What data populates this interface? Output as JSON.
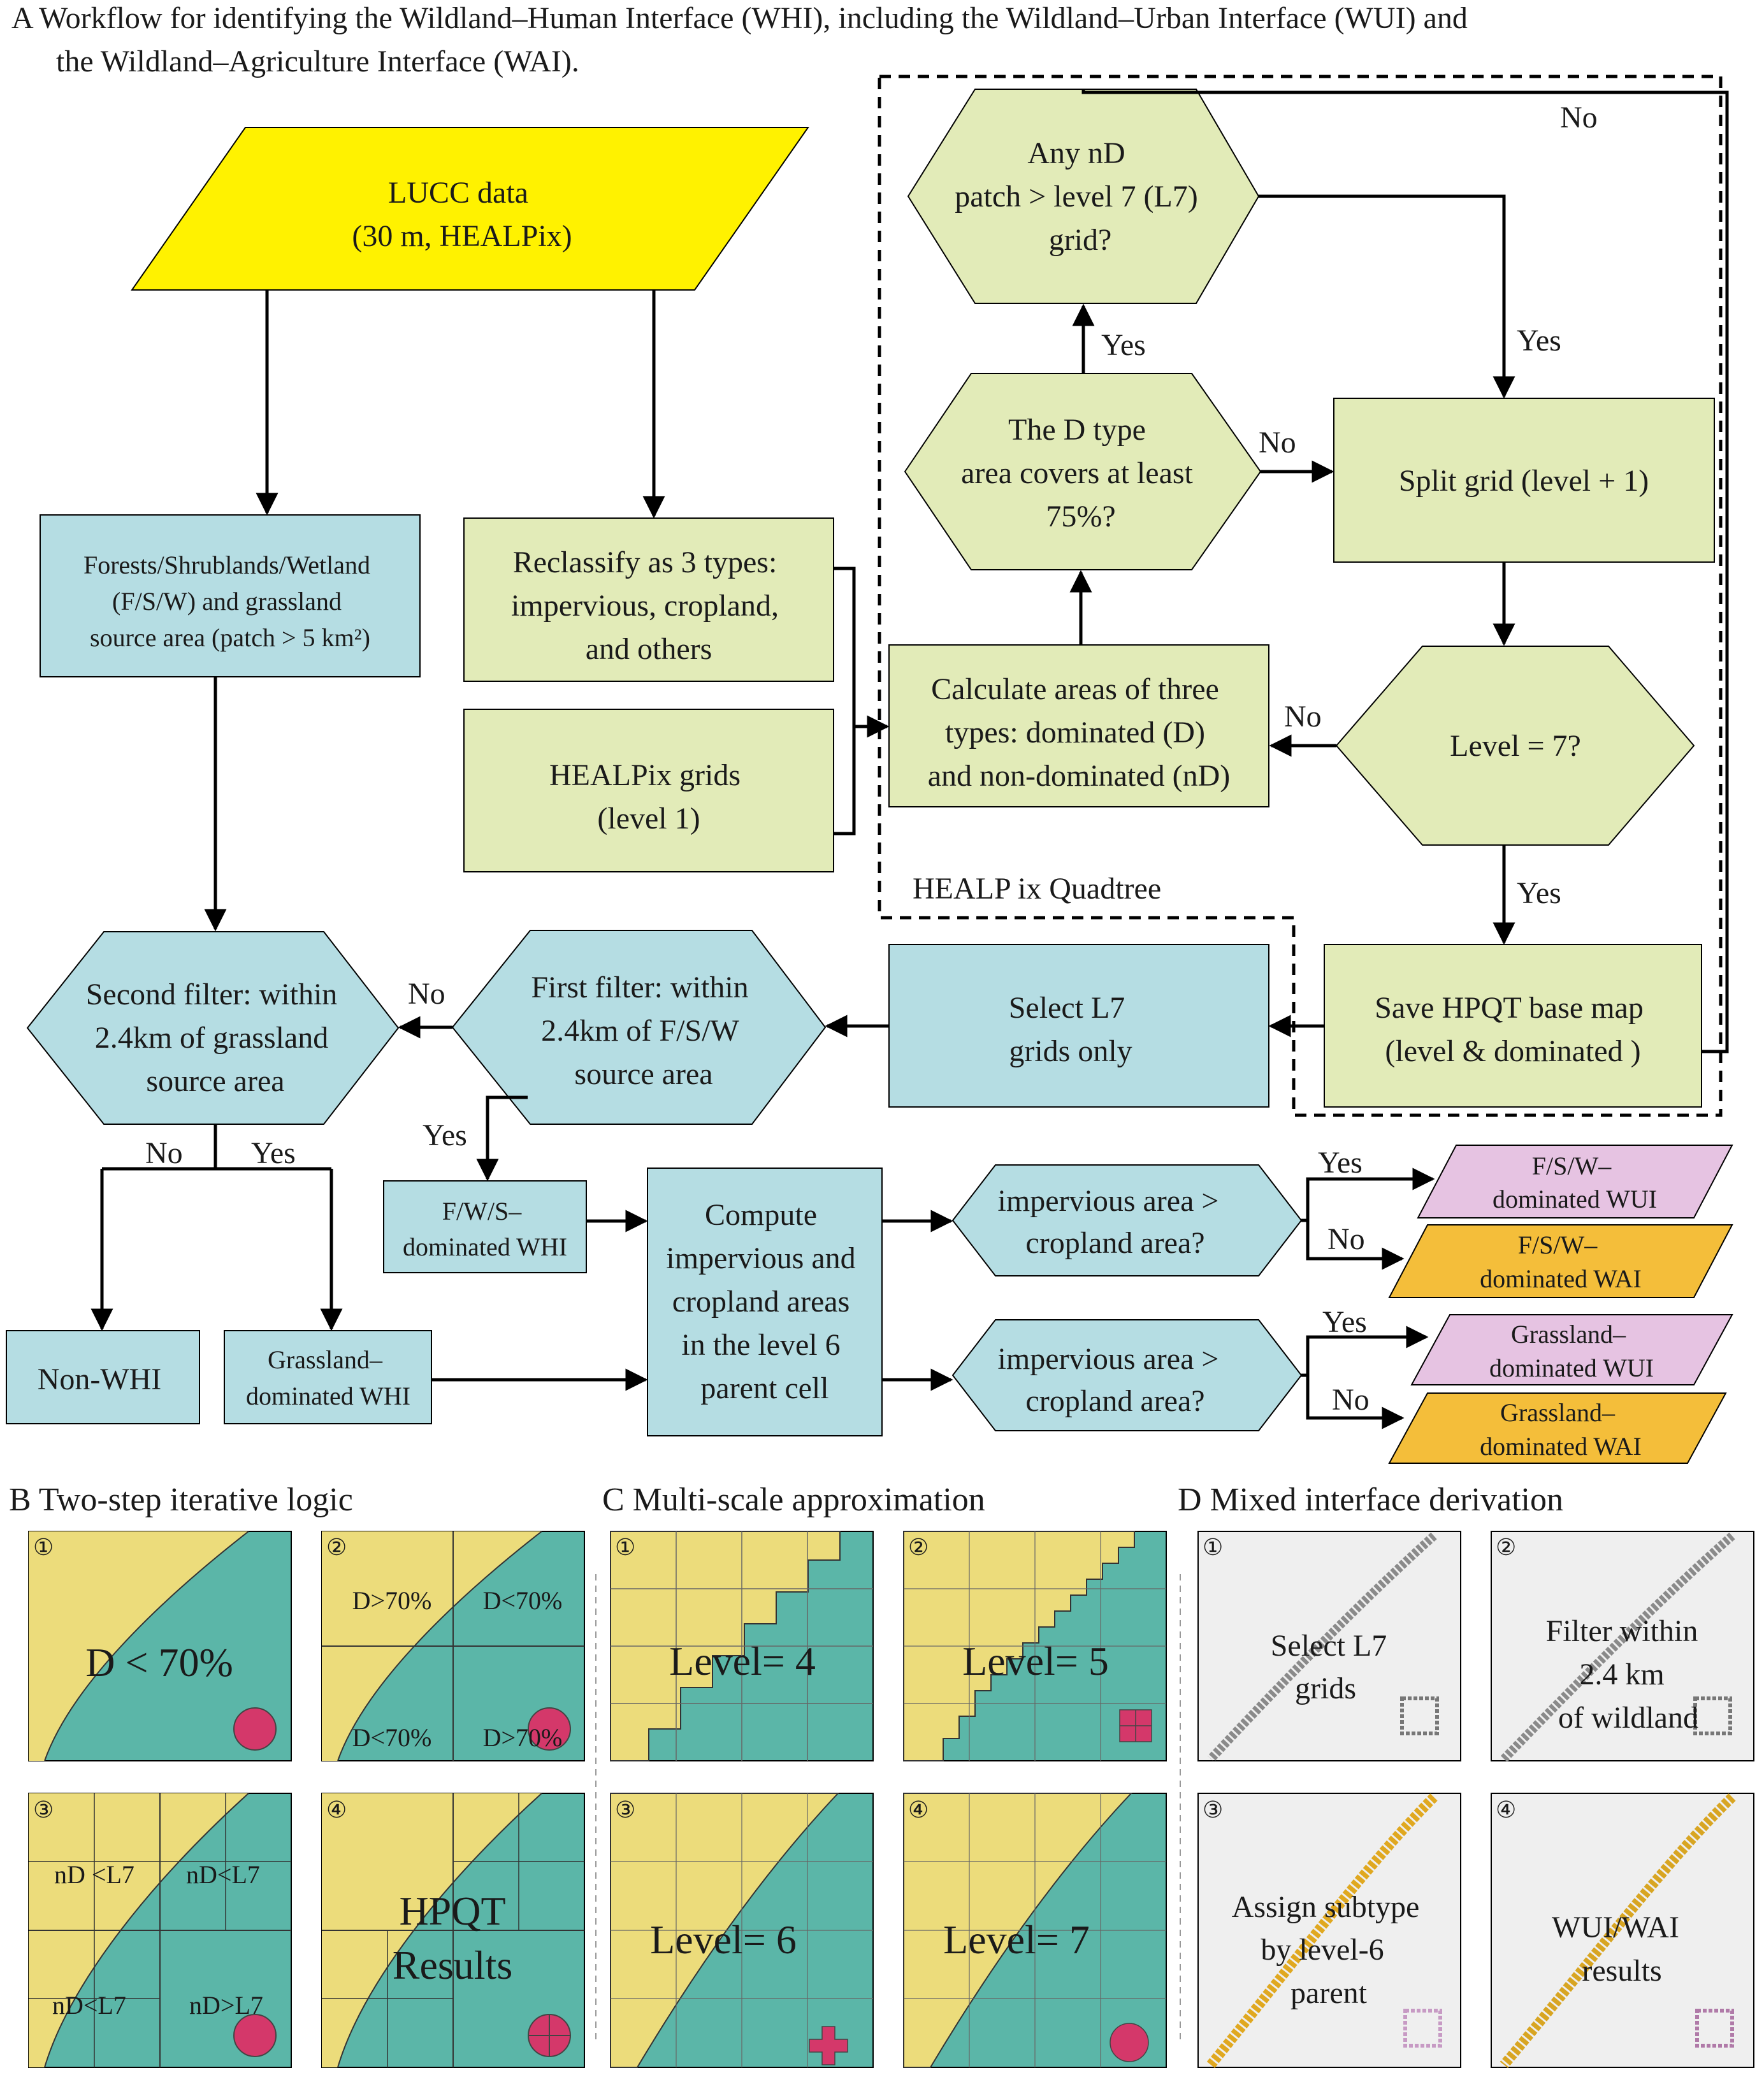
{
  "panelA": {
    "title1": "A  Workflow for identifying the Wildland–Human Interface (WHI), including the Wildland–Urban Interface (WUI) and",
    "title2": "the Wildland–Agriculture Interface (WAI).",
    "lucc": [
      "LUCC data",
      "(30 m, HEALPix)"
    ],
    "fsw_source": [
      "Forests/Shrublands/Wetland",
      "(F/S/W) and grassland",
      "source area (patch > 5 km²)"
    ],
    "reclassify": [
      "Reclassify as 3 types:",
      "impervious, cropland,",
      "and others"
    ],
    "healpix_grids": [
      "HEALPix grids",
      "(level   1)"
    ],
    "any_nd": [
      "Any nD",
      "patch  > level 7 (L7)",
      "grid?"
    ],
    "d_type": [
      "The D type",
      "area covers at least",
      "75%?"
    ],
    "split_grid": "Split grid (level + 1)",
    "calc_areas": [
      "Calculate areas of three",
      "types: dominated  (D)",
      "and non-dominated (nD)"
    ],
    "level7": "Level = 7?",
    "quadtree_label": "HEALP ix Quadtree",
    "save_hpqt": [
      "Save HPQT base map",
      "(level & dominated )"
    ],
    "select_l7": [
      "Select L7",
      "grids only"
    ],
    "first_filter": [
      "First filter: within",
      "2.4km of F/S/W",
      "source area"
    ],
    "second_filter": [
      "Second filter: within",
      "2.4km of grassland",
      "source area"
    ],
    "fws_whi": [
      "F/W/S–",
      "dominated WHI"
    ],
    "compute": [
      "Compute",
      "impervious and",
      "cropland areas",
      "in the level 6",
      "parent cell"
    ],
    "impervious_q": [
      "impervious area >",
      "cropland area?"
    ],
    "non_whi": "Non-WHI",
    "grass_whi": [
      "Grassland–",
      "dominated WHI"
    ],
    "out_fsw_wui": [
      "F/S/W–",
      "dominated WUI"
    ],
    "out_fsw_wai": [
      "F/S/W–",
      "dominated WAI"
    ],
    "out_grass_wui": [
      "Grassland–",
      "dominated WUI"
    ],
    "out_grass_wai": [
      "Grassland–",
      "dominated WAI"
    ],
    "yes": "Yes",
    "no": "No"
  },
  "panelB": {
    "title": "B  Two-step iterative logic",
    "tiles": [
      {
        "num": "①",
        "labels": [
          "D < 70%"
        ]
      },
      {
        "num": "②",
        "labels": [
          "D>70%",
          "D<70%",
          "D<70%",
          "D>70%"
        ]
      },
      {
        "num": "③",
        "labels": [
          "nD <L7",
          "nD<L7",
          "nD<L7",
          "nD>L7"
        ]
      },
      {
        "num": "④",
        "labels": [
          "HPQT",
          "Results"
        ]
      }
    ]
  },
  "panelC": {
    "title": "C  Multi-scale approximation",
    "tiles": [
      {
        "num": "①",
        "label": "Level= 4"
      },
      {
        "num": "②",
        "label": "Level= 5"
      },
      {
        "num": "③",
        "label": "Level= 6"
      },
      {
        "num": "④",
        "label": "Level= 7"
      }
    ]
  },
  "panelD": {
    "title": "D  Mixed interface derivation",
    "tiles": [
      {
        "num": "①",
        "labels": [
          "Select L7",
          "grids"
        ]
      },
      {
        "num": "②",
        "labels": [
          "Filter within",
          "2.4 km",
          "of wildland"
        ]
      },
      {
        "num": "③",
        "labels": [
          "Assign subtype",
          "by level-6",
          "parent"
        ]
      },
      {
        "num": "④",
        "labels": [
          "WUI/WAI",
          "results"
        ]
      }
    ]
  },
  "colors": {
    "yellow_input": "#fff200",
    "light_green": "#e2ebb8",
    "light_blue": "#b5dde3",
    "pink": "#e6c3e2",
    "orange": "#f4be3a",
    "teal": "#5bb6a8",
    "sand": "#ecdc7b",
    "magenta": "#d4386a",
    "gray_tile": "#efefef"
  }
}
